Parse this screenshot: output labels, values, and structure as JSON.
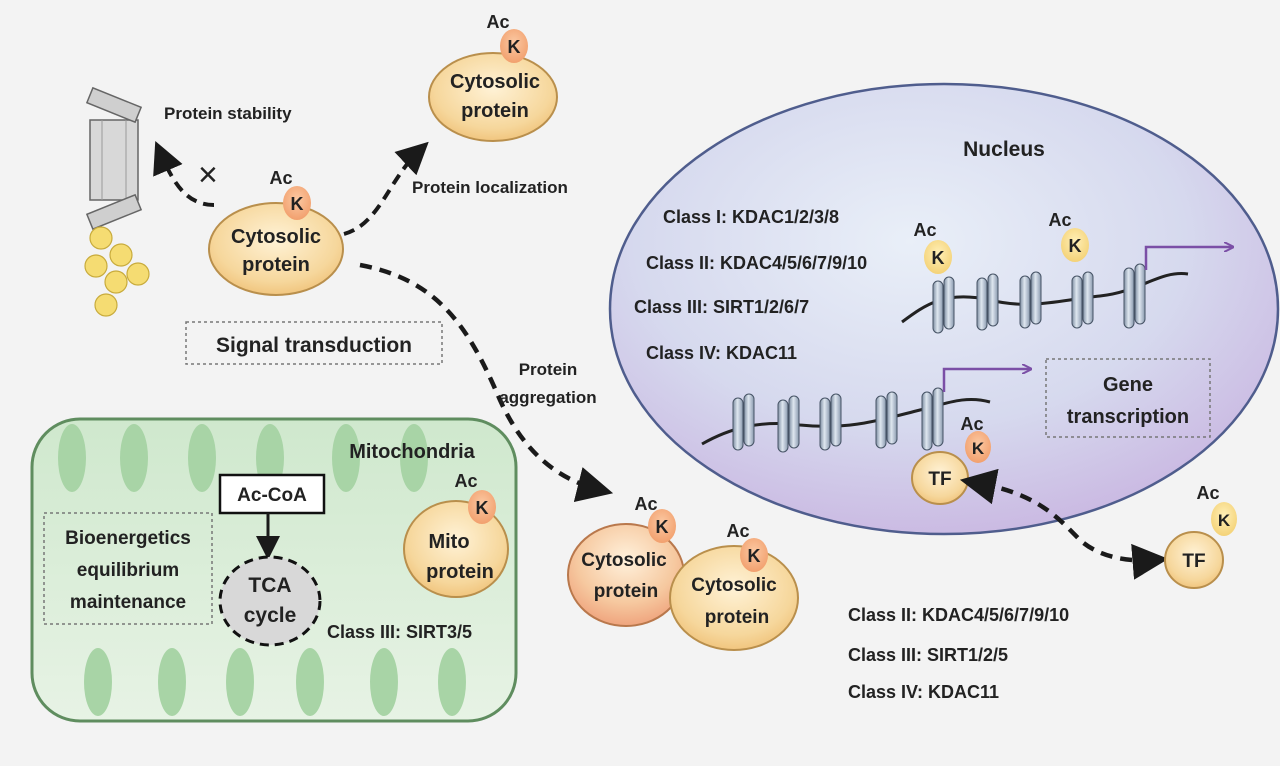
{
  "labels": {
    "protein_stability": "Protein stability",
    "protein_localization": "Protein localization",
    "protein_aggregation_l1": "Protein",
    "protein_aggregation_l2": "aggregation",
    "signal_transduction": "Signal transduction",
    "mitochondria": "Mitochondria",
    "nucleus": "Nucleus",
    "gene_transcription_l1": "Gene",
    "gene_transcription_l2": "transcription",
    "blocked_mark": "×"
  },
  "proteins": {
    "cytosolic_l1": "Cytosolic",
    "cytosolic_l2": "protein",
    "mito_l1": "Mito",
    "mito_l2": "protein",
    "tf": "TF"
  },
  "acetyl": {
    "ac": "Ac",
    "k": "K"
  },
  "metabolism": {
    "ac_coa": "Ac-CoA",
    "tca_l1": "TCA",
    "tca_l2": "cycle",
    "bioenergetics_l1": "Bioenergetics",
    "bioenergetics_l2": "equilibrium",
    "bioenergetics_l3": "maintenance"
  },
  "kdac_classes": {
    "nucleus": [
      "Class I: KDAC1/2/3/8",
      "Class II: KDAC4/5/6/7/9/10",
      "Class III: SIRT1/2/6/7",
      "Class IV: KDAC11"
    ],
    "mitochondria": "Class III: SIRT3/5",
    "cytoplasm": [
      "Class II: KDAC4/5/6/7/9/10",
      "Class III: SIRT1/2/5",
      "Class IV: KDAC11"
    ]
  },
  "colors": {
    "cytosolic_fill": "#f7d9a2",
    "cytosolic_stroke": "#b98f4c",
    "k_badge": "#f4a97a",
    "k_badge_light": "#f6d47c",
    "mito_fill": "#a8d4a6",
    "mito_stroke": "#5f9e62",
    "nucleus_stroke": "#4f5d8d",
    "histone": "#a9b7c8",
    "arrow_purple": "#7b4fa6",
    "granule": "#f5dc72"
  }
}
